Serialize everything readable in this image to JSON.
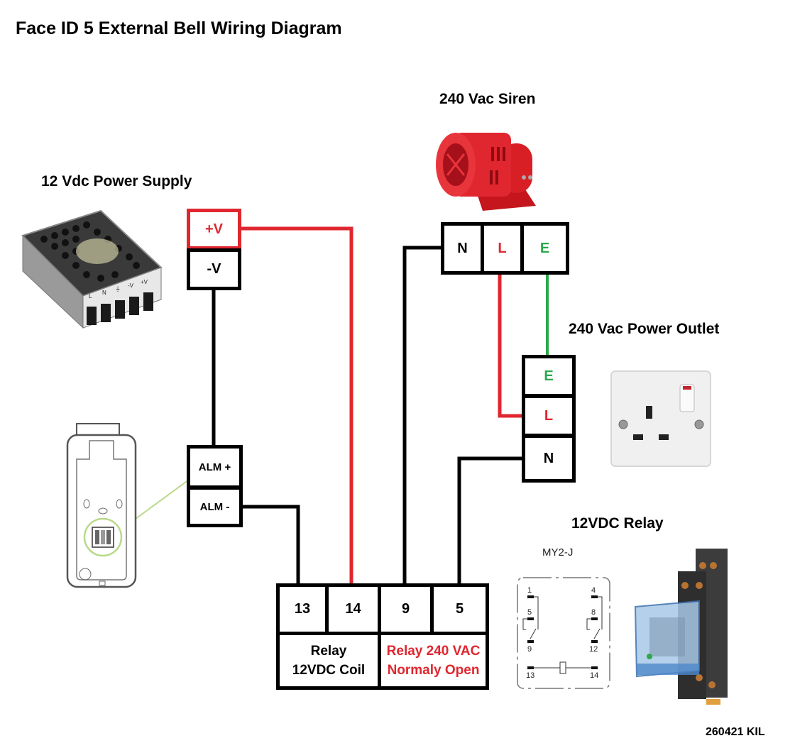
{
  "title": "Face ID 5 External Bell Wiring Diagram",
  "footer": "260421 KIL",
  "colors": {
    "live": "#e0262f",
    "earth": "#2aa84a",
    "neutral": "#000000",
    "signal_line": "#b9d98a"
  },
  "components": {
    "power_supply": {
      "label": "12 Vdc Power Supply",
      "terminals": [
        {
          "name": "+V",
          "color": "red"
        },
        {
          "name": "-V",
          "color": "black"
        }
      ],
      "photo_terminal_marks": [
        "L",
        "N",
        "⏚",
        "-V",
        "+V"
      ]
    },
    "siren": {
      "label": "240 Vac Siren",
      "terminals": [
        {
          "name": "N",
          "color": "black"
        },
        {
          "name": "L",
          "color": "red"
        },
        {
          "name": "E",
          "color": "green"
        }
      ]
    },
    "power_outlet": {
      "label": "240 Vac Power Outlet",
      "terminals": [
        {
          "name": "E",
          "color": "green"
        },
        {
          "name": "L",
          "color": "red"
        },
        {
          "name": "N",
          "color": "black"
        }
      ]
    },
    "face_id": {
      "terminals": [
        {
          "name": "ALM +"
        },
        {
          "name": "ALM -"
        }
      ]
    },
    "relay_block": {
      "terminals": [
        "13",
        "14",
        "9",
        "5"
      ],
      "coil_label_line1": "Relay",
      "coil_label_line2": "12VDC Coil",
      "contact_label_line1": "Relay 240 VAC",
      "contact_label_line2": "Normaly Open"
    },
    "relay": {
      "label": "12VDC Relay",
      "model": "MY2-J",
      "pin_numbers": [
        "1",
        "4",
        "5",
        "8",
        "9",
        "12",
        "13",
        "14"
      ]
    }
  },
  "connections": [
    {
      "from": "power_supply.+V",
      "to": "relay_block.14",
      "color": "red"
    },
    {
      "from": "power_supply.-V",
      "to": "face_id.ALM +",
      "color": "black"
    },
    {
      "from": "face_id.ALM -",
      "to": "relay_block.13",
      "color": "black"
    },
    {
      "from": "siren.N",
      "to": "relay_block.9",
      "color": "black"
    },
    {
      "from": "siren.L",
      "to": "power_outlet.L",
      "color": "red"
    },
    {
      "from": "siren.E",
      "to": "power_outlet.E",
      "color": "green"
    },
    {
      "from": "power_outlet.N",
      "to": "relay_block.5",
      "color": "black"
    }
  ]
}
